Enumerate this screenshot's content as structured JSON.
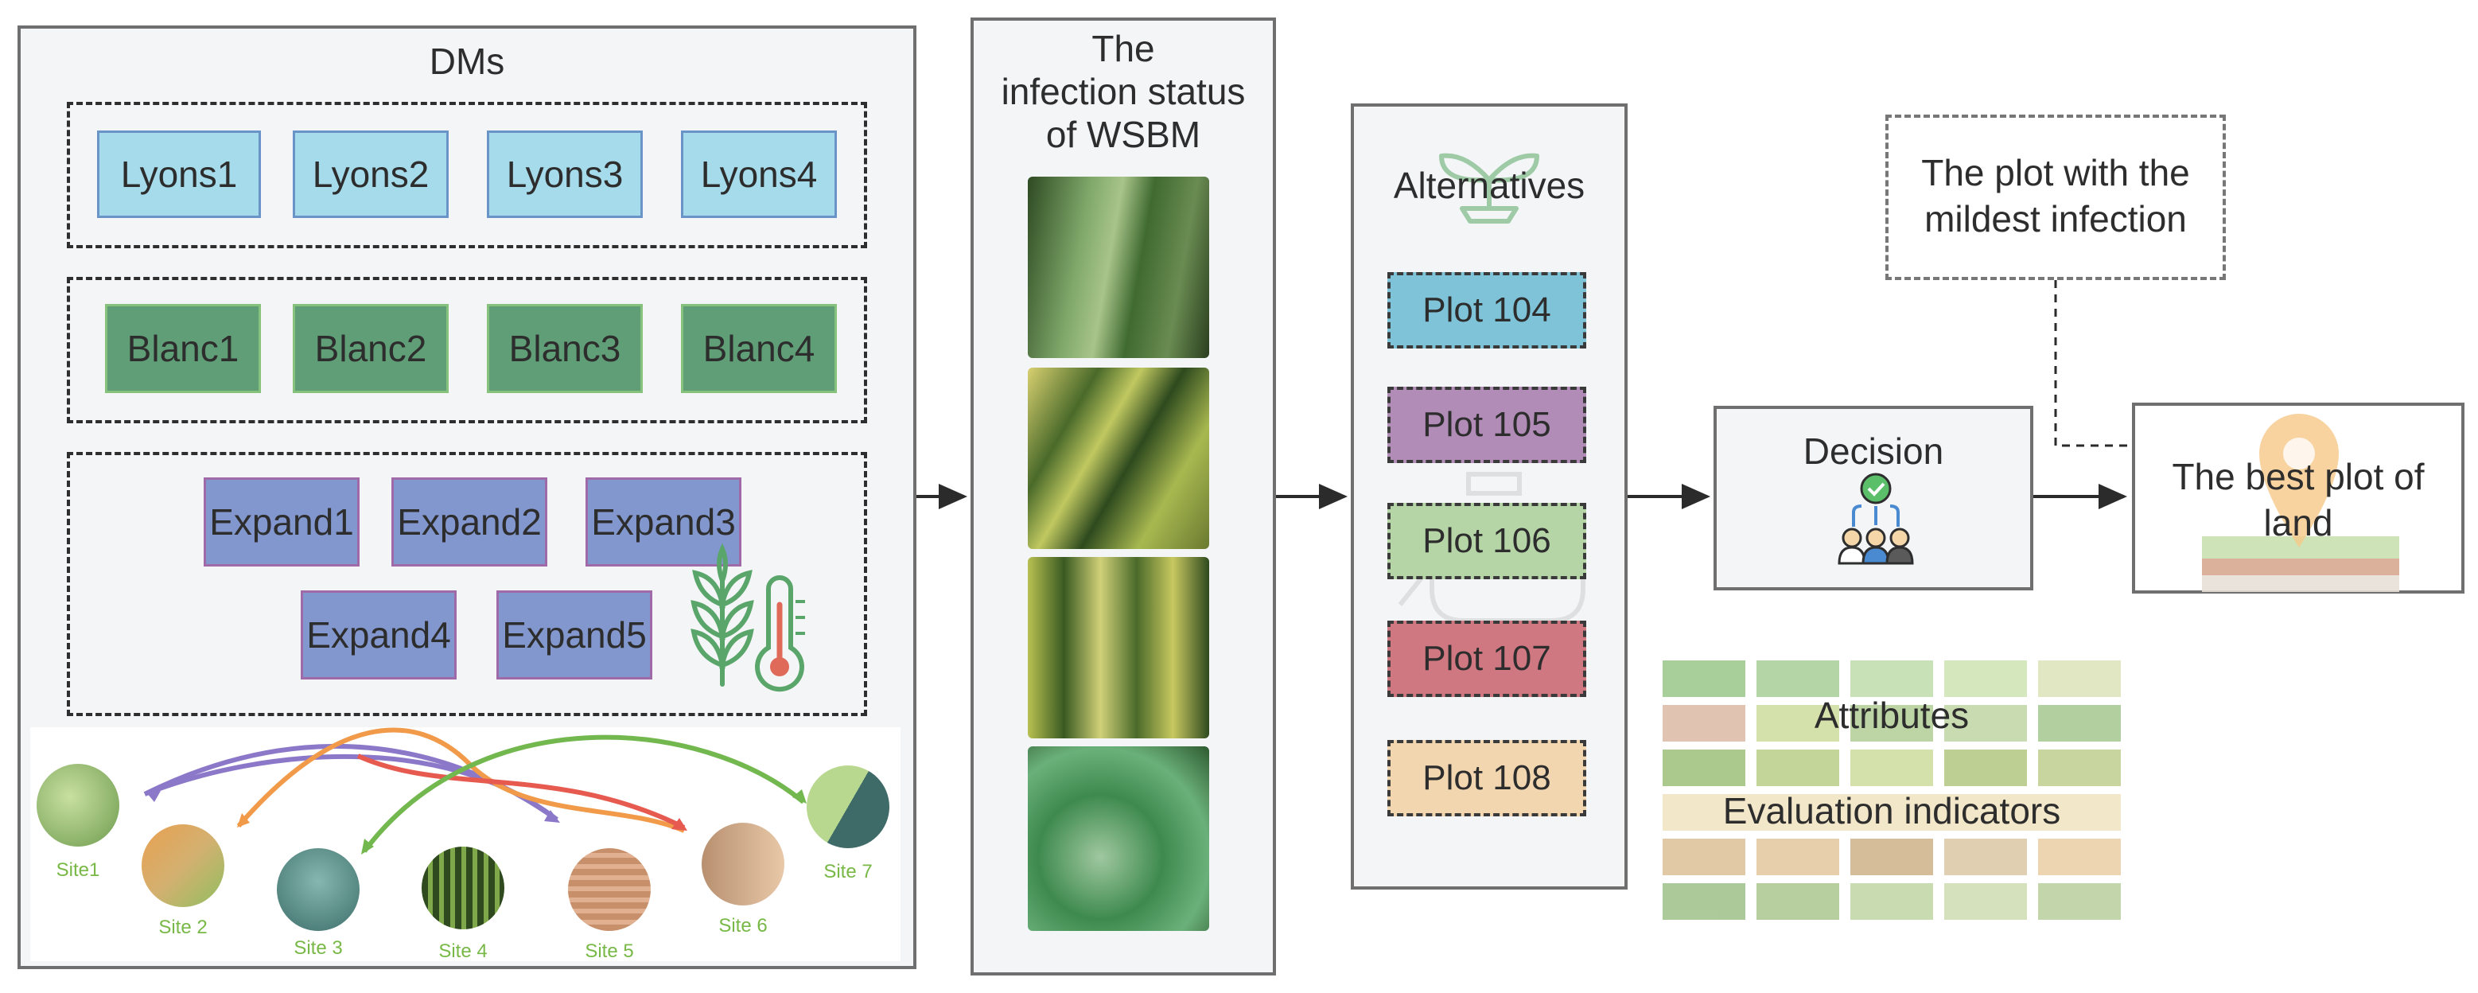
{
  "dms": {
    "title": "DMs",
    "lyons": [
      "Lyons1",
      "Lyons2",
      "Lyons3",
      "Lyons4"
    ],
    "blanc": [
      "Blanc1",
      "Blanc2",
      "Blanc3",
      "Blanc4"
    ],
    "expand": [
      "Expand1",
      "Expand2",
      "Expand3",
      "Expand4",
      "Expand5"
    ],
    "sites": [
      "Site1",
      "Site 2",
      "Site 3",
      "Site 4",
      "Site 5",
      "Site 6",
      "Site 7"
    ]
  },
  "infection": {
    "title_lines": [
      "The",
      "infection status",
      "of WSBM"
    ]
  },
  "alternatives": {
    "title": "Alternatives",
    "plots": [
      "Plot 104",
      "Plot 105",
      "Plot 106",
      "Plot 107",
      "Plot 108"
    ]
  },
  "decision": {
    "title": "Decision"
  },
  "best_plot": {
    "title_lines": [
      "The best plot of",
      "land"
    ]
  },
  "mildest": {
    "title_lines": [
      "The plot with the",
      "mildest infection"
    ]
  },
  "attributes": {
    "title": "Attributes",
    "subtitle": "Evaluation indicators"
  },
  "colors": {
    "lyons": "#a5dbea",
    "blanc": "#5f9e76",
    "expand": "#8397cf",
    "plot104": "#7fc3d8",
    "plot105": "#b08cb6",
    "plot106": "#b5d5a7",
    "plot107": "#d07882",
    "plot108": "#f1d6b0"
  },
  "icons": [
    "wheat-icon",
    "thermometer-icon",
    "sprout-icon",
    "team-decision-icon",
    "location-pin-icon"
  ]
}
